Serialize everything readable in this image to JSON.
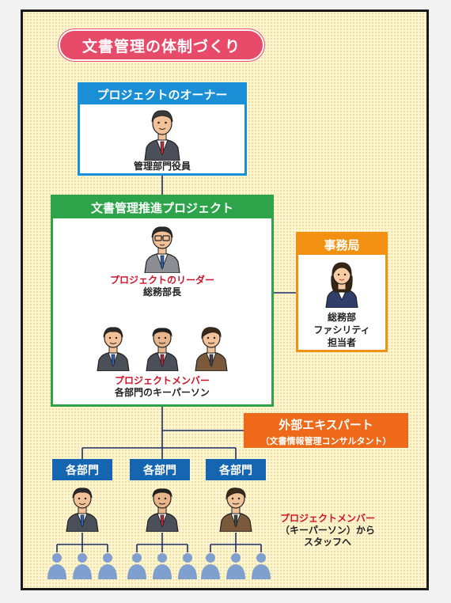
{
  "title": "文書管理の体制づくり",
  "owner": {
    "header": "プロジェクトのオーナー",
    "role": "管理部門役員"
  },
  "project": {
    "header": "文書管理推進プロジェクト",
    "leader_title": "プロジェクトのリーダー",
    "leader_dept": "総務部長",
    "members_title": "プロジェクトメンバー",
    "members_desc": "各部門のキーパーソン"
  },
  "secretariat": {
    "header": "事務局",
    "line1": "総務部",
    "line2": "ファシリティ",
    "line3": "担当者"
  },
  "expert": {
    "title": "外部エキスパート",
    "subtitle": "（文書情報管理コンサルタント）"
  },
  "departments": [
    "各部門",
    "各部門",
    "各部門"
  ],
  "staff_note": {
    "line1": "プロジェクトメンバー",
    "line2": "（キーパーソン）から",
    "line3": "スタッフへ"
  },
  "colors": {
    "owner": "#1a8fd6",
    "project": "#2da44a",
    "secretariat": "#f29111",
    "expert": "#ee6a1a",
    "dept": "#1565b0",
    "title": "#e84a6a",
    "staff": "#7f9fcf"
  }
}
